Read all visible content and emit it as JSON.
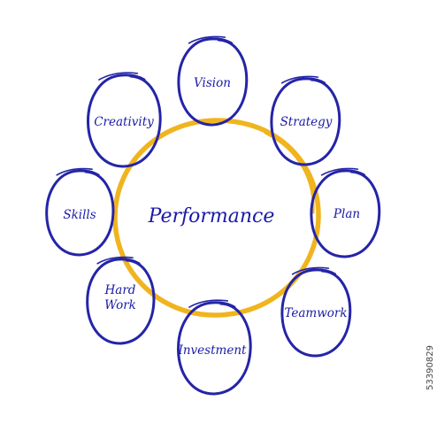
{
  "diagram": {
    "center_label": "Performance",
    "nodes": [
      {
        "label": "Vision"
      },
      {
        "label": "Strategy"
      },
      {
        "label": "Plan"
      },
      {
        "label": "Teamwork"
      },
      {
        "label": "Investment"
      },
      {
        "label": "Hard\nWork"
      },
      {
        "label": "Skills"
      },
      {
        "label": "Creativity"
      }
    ]
  },
  "watermark": "53390829",
  "colors": {
    "node_stroke": "#2424a8",
    "center_stroke": "#f0b41e",
    "text": "#1a1aa8",
    "background": "#ffffff"
  }
}
